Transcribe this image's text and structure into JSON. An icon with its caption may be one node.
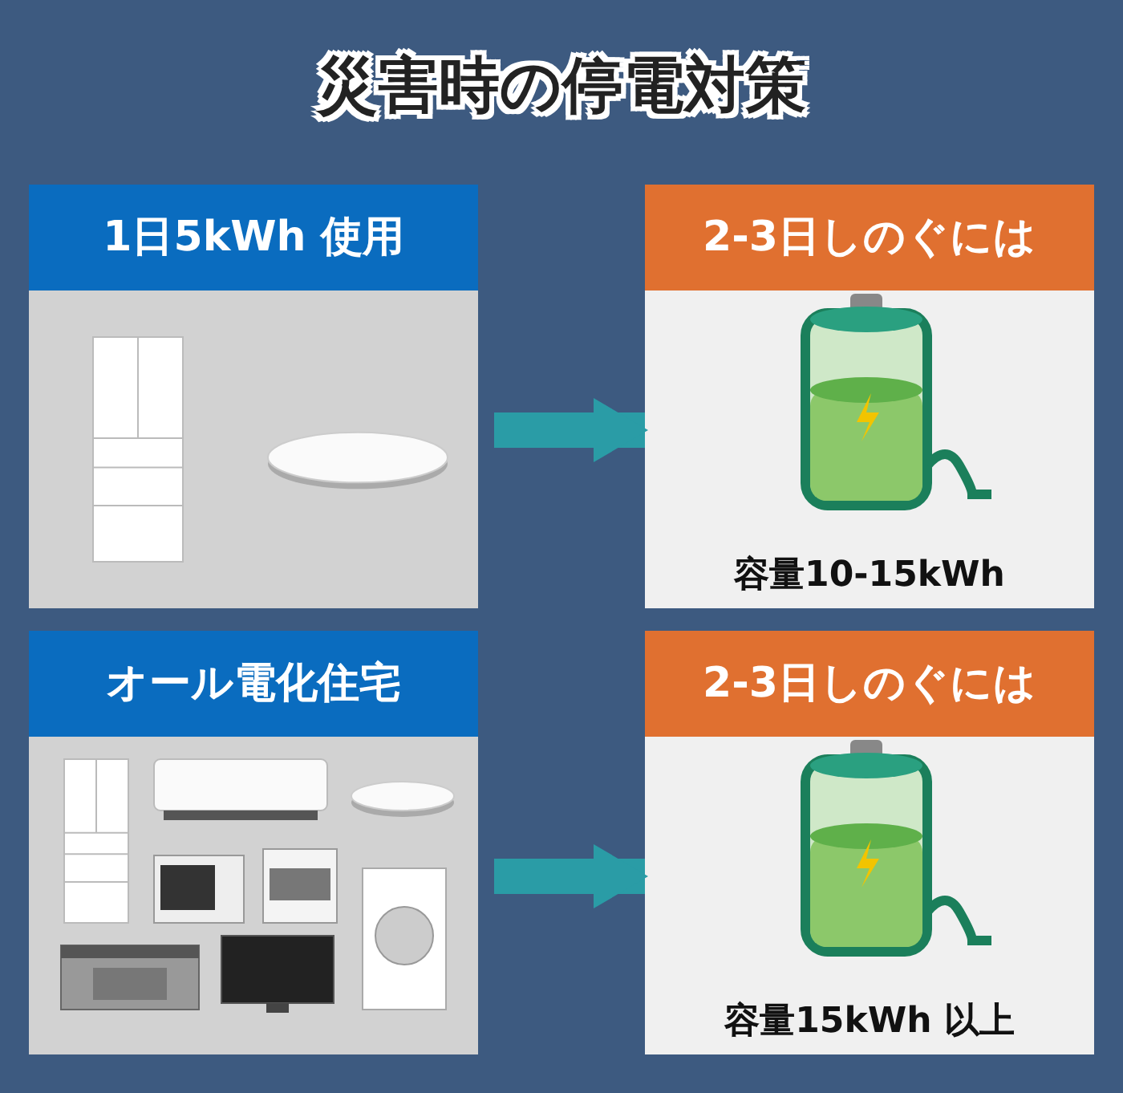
{
  "diagram": {
    "title": "災害時の停電対策",
    "nodes": [
      {
        "text": [
          "1日5kWh 使用"
        ]
      },
      {
        "text": [
          "2-3日しのぐには",
          "容量10-15kWh"
        ]
      },
      {
        "text": [
          "オール電化住宅"
        ]
      },
      {
        "text": [
          "2-3日しのぐには",
          "容量15kWh 以上"
        ]
      }
    ],
    "edges": [
      {
        "from": 0,
        "to": 1,
        "arrow": "to"
      },
      {
        "from": 2,
        "to": 3,
        "arrow": "to"
      }
    ]
  }
}
